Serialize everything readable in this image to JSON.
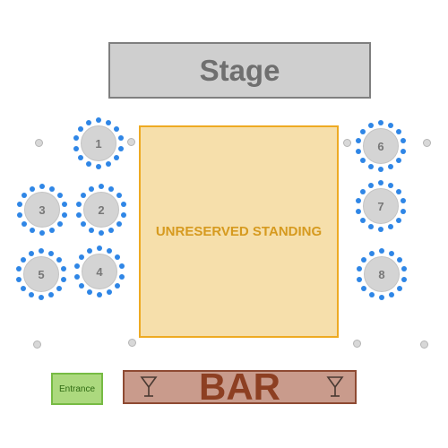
{
  "venue": {
    "stage_label": "Stage",
    "standing_label": "UNRESERVED STANDING",
    "entrance_label": "Entrance",
    "bar_label": "BAR",
    "bar_icon": "martini-glass-icon"
  },
  "tables": [
    {
      "label": "1"
    },
    {
      "label": "2"
    },
    {
      "label": "3"
    },
    {
      "label": "4"
    },
    {
      "label": "5"
    },
    {
      "label": "6"
    },
    {
      "label": "7"
    },
    {
      "label": "8"
    }
  ],
  "colors": {
    "seat": "#2f86e6",
    "standing_fill": "#f6dfab",
    "standing_border": "#eeaa22",
    "bar_fill": "#c99b8c",
    "entrance_fill": "#acd97e",
    "stage_fill": "#cfcfcf"
  }
}
